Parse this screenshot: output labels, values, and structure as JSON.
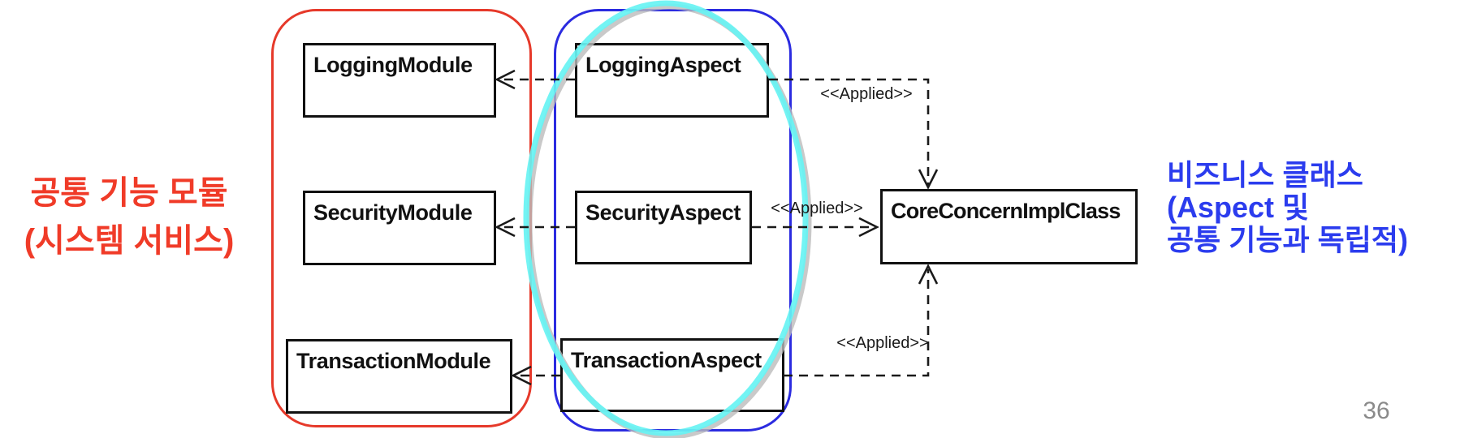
{
  "colors": {
    "frame_red": "#e6392a",
    "frame_blue": "#2b2be0",
    "highlight_cyan": "#67f3f3",
    "highlight_shadow": "#bcbcbc",
    "box_border": "#111111",
    "box_text": "#111111",
    "arrow": "#1a1a1a",
    "label_red": "#f03b28",
    "label_blue": "#2b3cee",
    "page_number_gray": "#8a8a8a"
  },
  "nodes": {
    "logging_module": "LoggingModule",
    "security_module": "SecurityModule",
    "transaction_module": "TransactionModule",
    "logging_aspect": "LoggingAspect",
    "security_aspect": "SecurityAspect",
    "transaction_aspect": "TransactionAspect",
    "core_concern": "CoreConcernImplClass"
  },
  "edges": {
    "applied_top": "<<Applied>>",
    "applied_middle": "<<Applied>>",
    "applied_bottom": "<<Applied>>"
  },
  "left_label": {
    "line1": "공통 기능 모듈",
    "line2": "(시스템 서비스)"
  },
  "right_label": {
    "line1": "비즈니스 클래스",
    "line2": "(Aspect 및",
    "line3": "공통 기능과 독립적)"
  },
  "page_number": "36"
}
